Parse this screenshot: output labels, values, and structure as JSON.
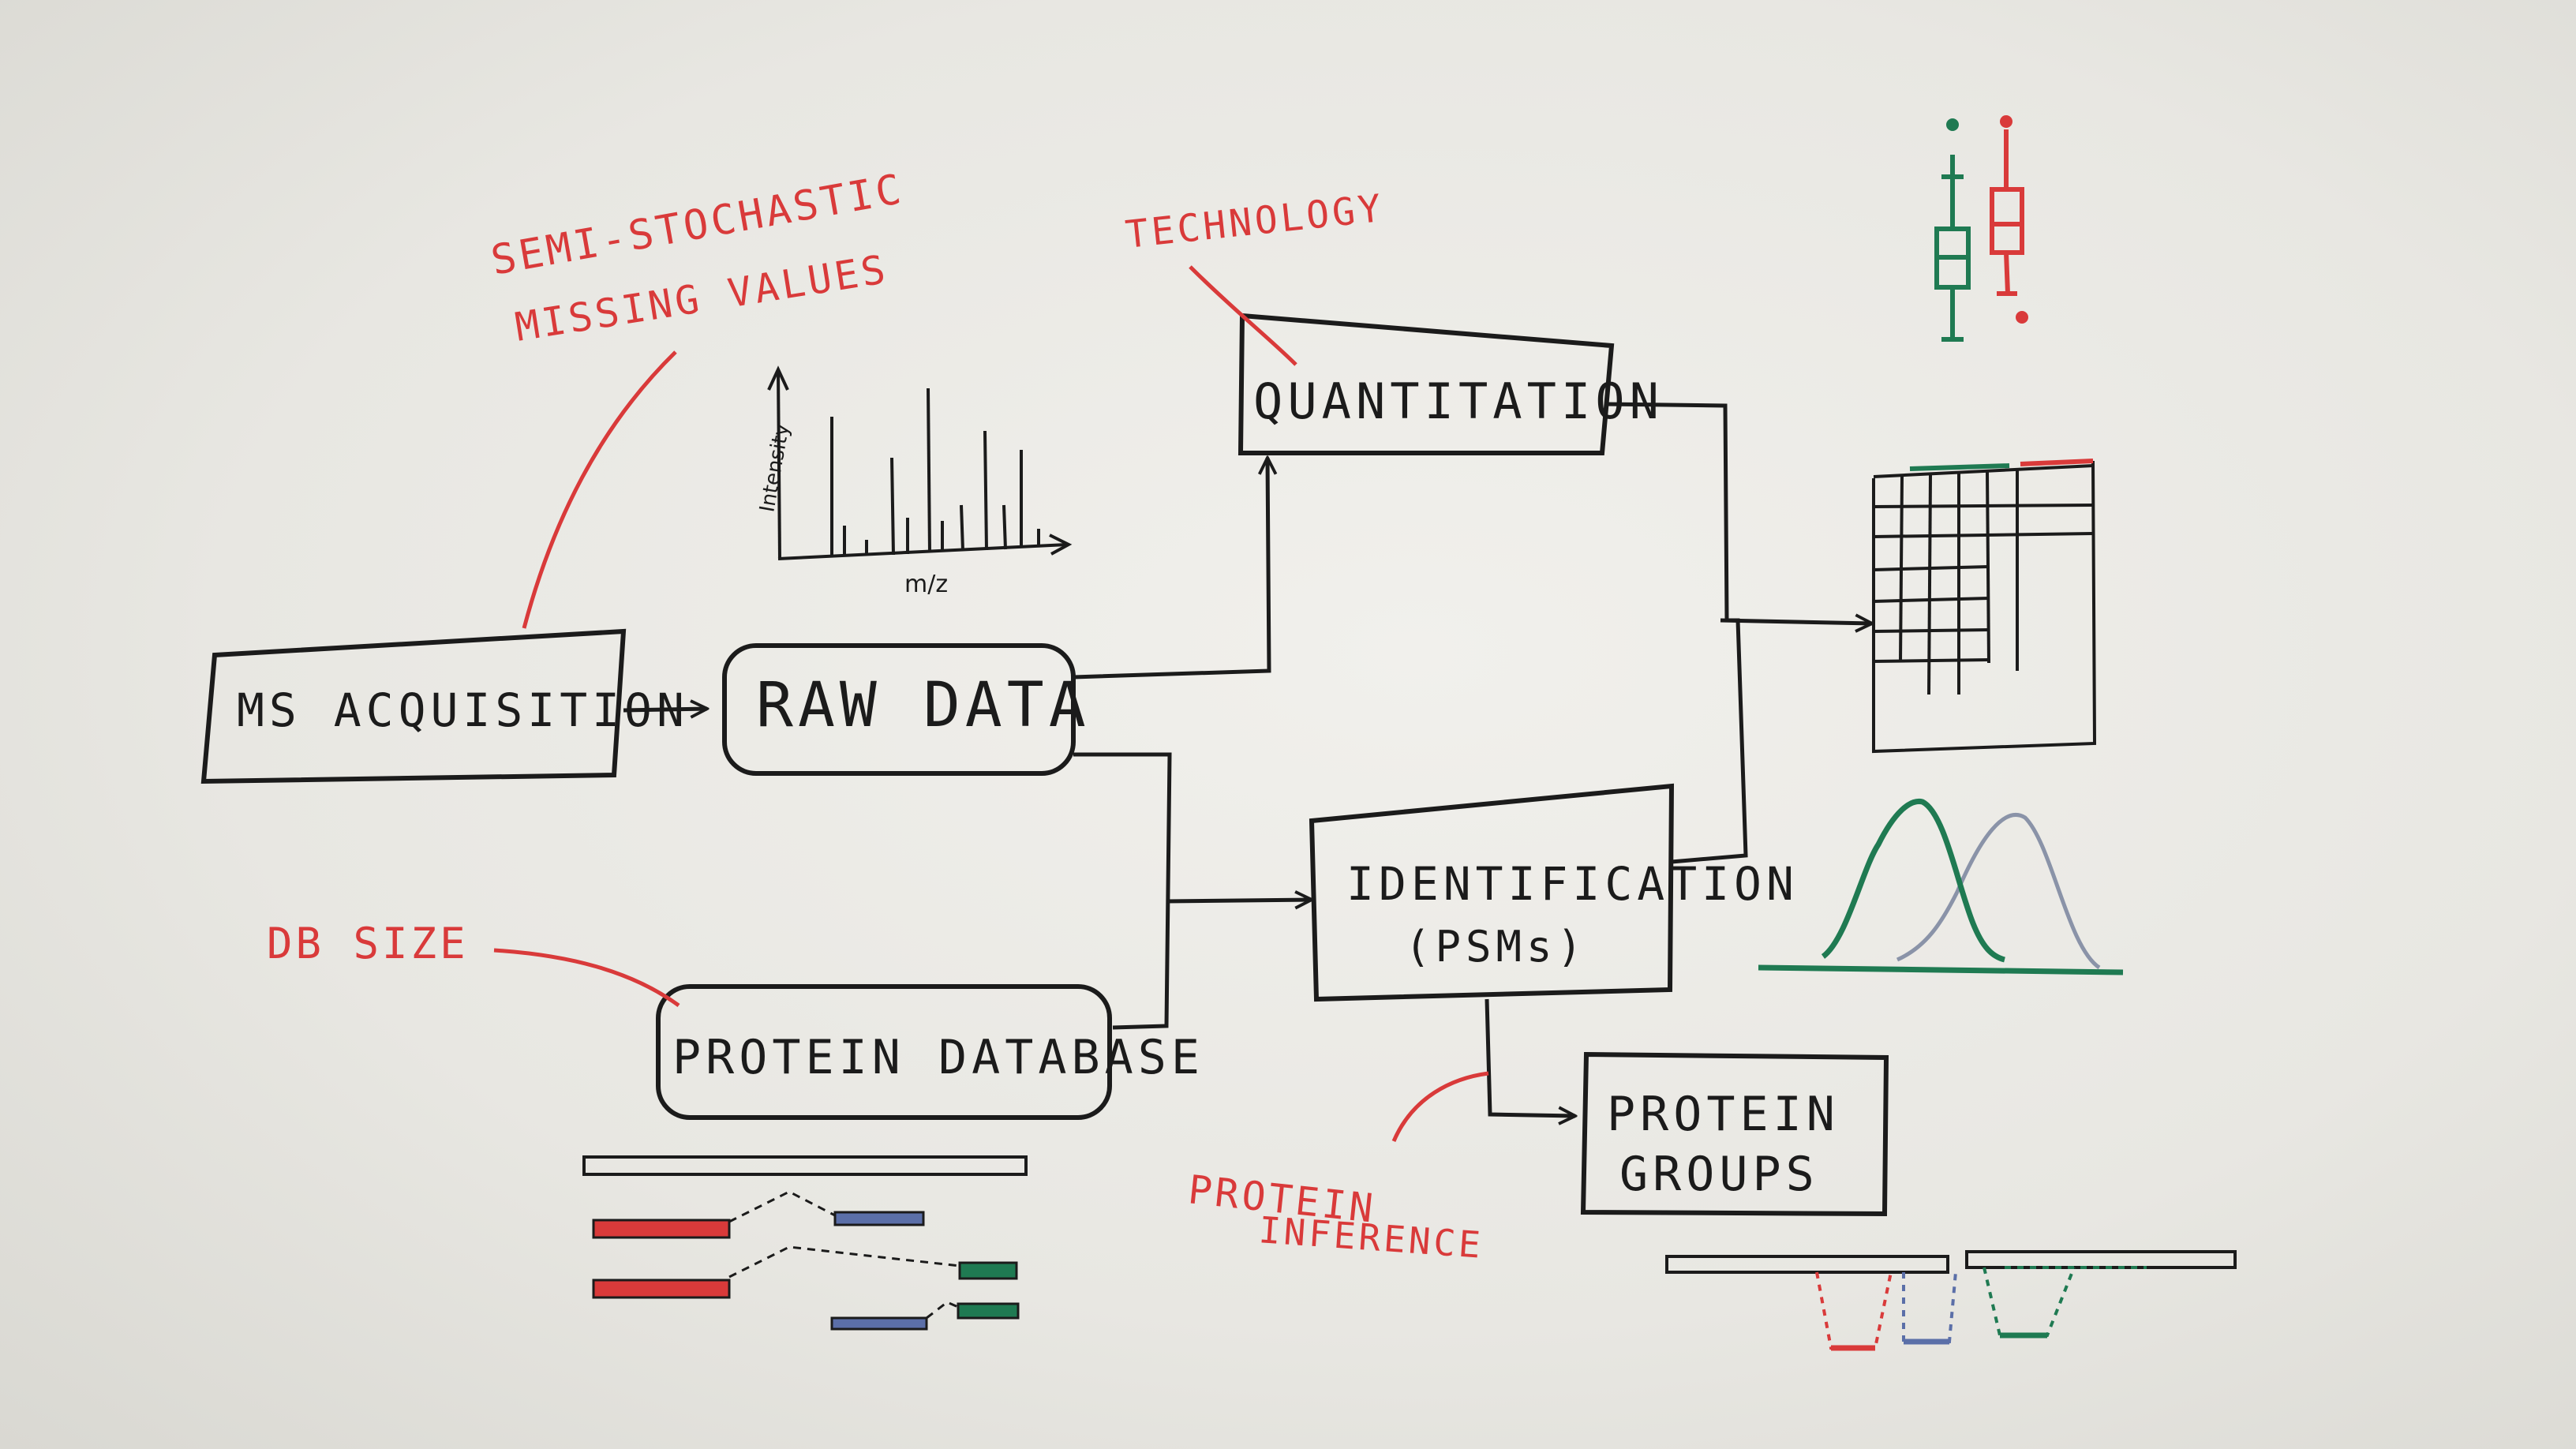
{
  "boxes": {
    "ms_acquisition": "MS ACQUISITION",
    "raw_data": "RAW DATA",
    "quantitation": "QUANTITATION",
    "identification_line1": "IDENTIFICATION",
    "identification_line2": "(PSMs)",
    "protein_database": "PROTEIN DATABASE",
    "protein_groups_line1": "PROTEIN",
    "protein_groups_line2": "GROUPS"
  },
  "notes": {
    "missing_values_line1": "SEMI-STOCHASTIC",
    "missing_values_line2": "MISSING VALUES",
    "technology": "TECHNOLOGY",
    "db_size": "DB SIZE",
    "protein_inference_line1": "PROTEIN",
    "protein_inference_line2": "INFERENCE"
  },
  "spectrum": {
    "ylabel": "Intensity",
    "xlabel": "m/z"
  },
  "colors": {
    "ink_black": "#1b1b1b",
    "ink_red": "#d93a3a",
    "ink_green": "#1f7a52",
    "ink_blue": "#5b6fa8",
    "ink_grey_blue": "#8a93a8"
  }
}
